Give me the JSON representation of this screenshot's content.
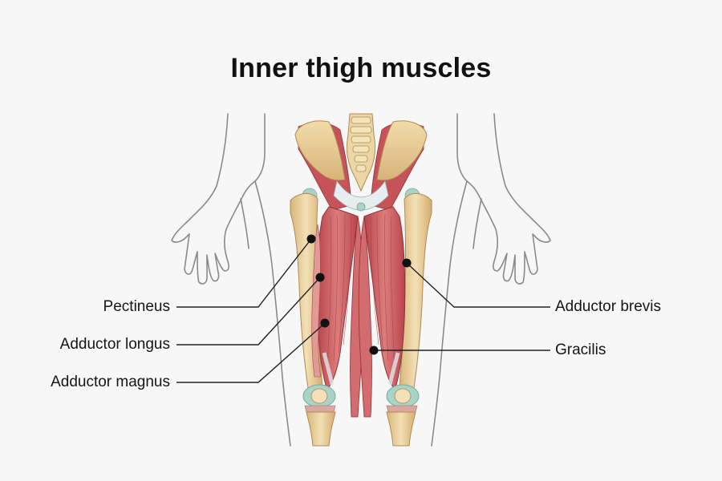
{
  "diagram": {
    "title": "Inner thigh muscles",
    "labels": {
      "pectineus": "Pectineus",
      "adductor_longus": "Adductor longus",
      "adductor_magnus": "Adductor magnus",
      "adductor_brevis": "Adductor brevis",
      "gracilis": "Gracilis"
    },
    "colors": {
      "background": "#f7f7f7",
      "muscle": "#c9545a",
      "muscle_light": "#de8a86",
      "bone": "#edd6a6",
      "bone_shade": "#d7b47c",
      "cartilage": "#a8d3c6",
      "outline": "#8a8a8a",
      "leader_line": "#222222"
    }
  }
}
